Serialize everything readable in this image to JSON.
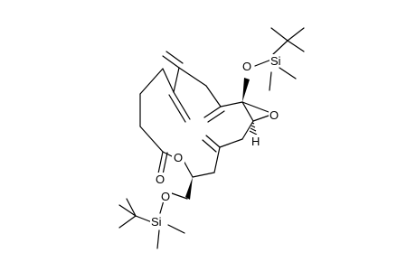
{
  "atoms": {
    "o_top": "O",
    "si_top": "Si",
    "o_epoxide": "O",
    "h_epoxide": "H",
    "o_ring": "O",
    "o_carbonyl": "O",
    "o_bottom": "O",
    "si_bottom": "Si"
  },
  "colors": {
    "bond": "#000000",
    "background": "#ffffff"
  }
}
